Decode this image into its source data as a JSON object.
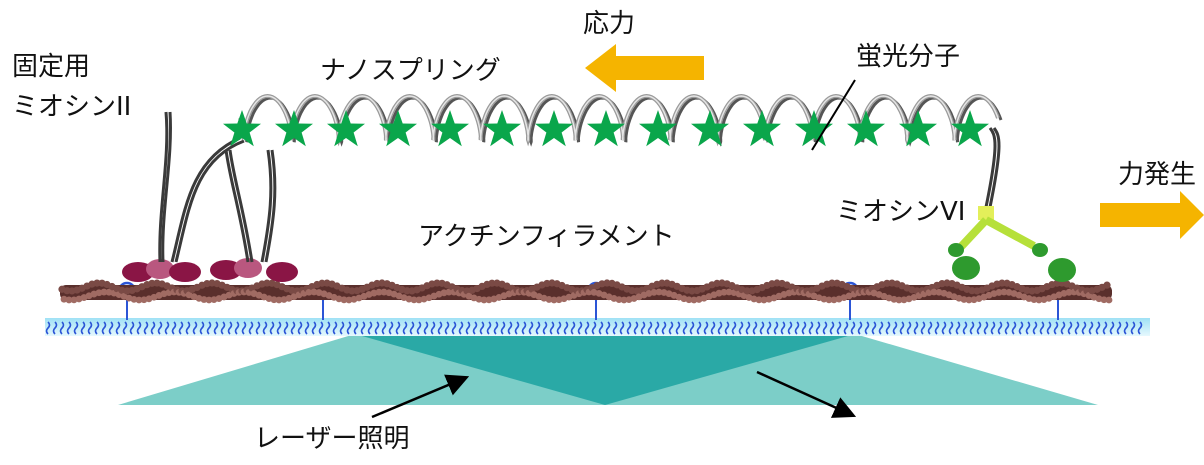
{
  "labels": {
    "stress": "応力",
    "nanospring": "ナノスプリング",
    "fluorescent_molecule": "蛍光分子",
    "anchor_myosin_line1": "固定用",
    "anchor_myosin_line2": "ミオシンII",
    "myosin_vi": "ミオシンVI",
    "force_generation": "力発生",
    "actin_filament": "アクチンフィラメント",
    "laser_illumination": "レーザー照明"
  },
  "fluorophore_count": 15,
  "colors": {
    "arrow": "#f5b400",
    "star": "#0aa64b",
    "actin": "#7a4a45",
    "myosin_ii": "#8a1545",
    "myosin_vi": "#2e9a2e",
    "myosin_vi_light": "#b6e03a",
    "surface": "#c8ecf8",
    "laser_light": "#7ccec8",
    "laser_dark": "#2aa9a6",
    "linker": "#2b55d6",
    "spring": "#9a9a9a"
  }
}
